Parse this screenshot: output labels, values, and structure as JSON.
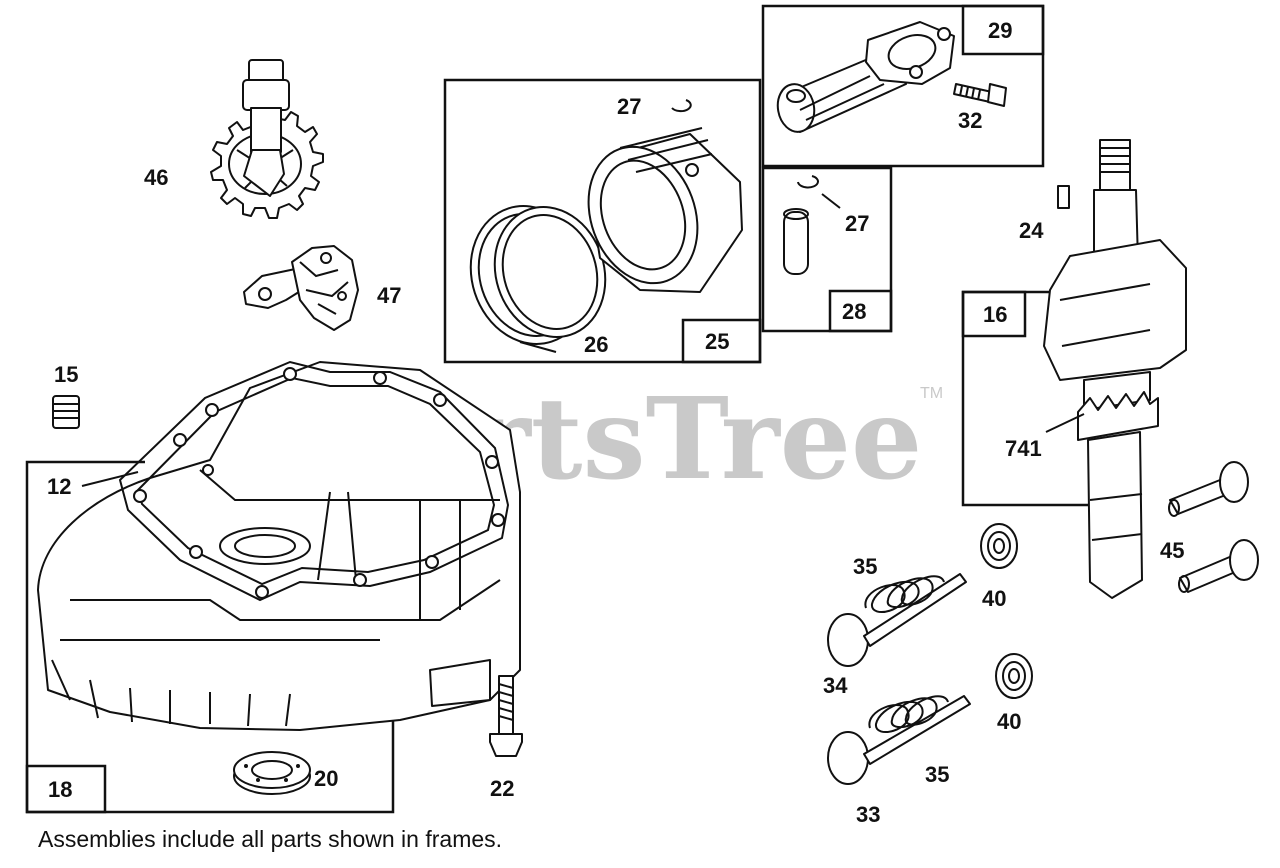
{
  "watermark": {
    "text": "PartsTree",
    "trademark": "TM"
  },
  "caption": "Assemblies include all parts shown in frames.",
  "frame_labels": {
    "f29": "29",
    "f25": "25",
    "f28": "28",
    "f16": "16",
    "f18": "18"
  },
  "callouts": {
    "c46": "46",
    "c47": "47",
    "c15": "15",
    "c12": "12",
    "c27a": "27",
    "c26": "26",
    "c27b": "27",
    "c32": "32",
    "c24": "24",
    "c741": "741",
    "c45": "45",
    "c35a": "35",
    "c40a": "40",
    "c34": "34",
    "c40b": "40",
    "c35b": "35",
    "c33": "33",
    "c20": "20",
    "c22": "22"
  }
}
